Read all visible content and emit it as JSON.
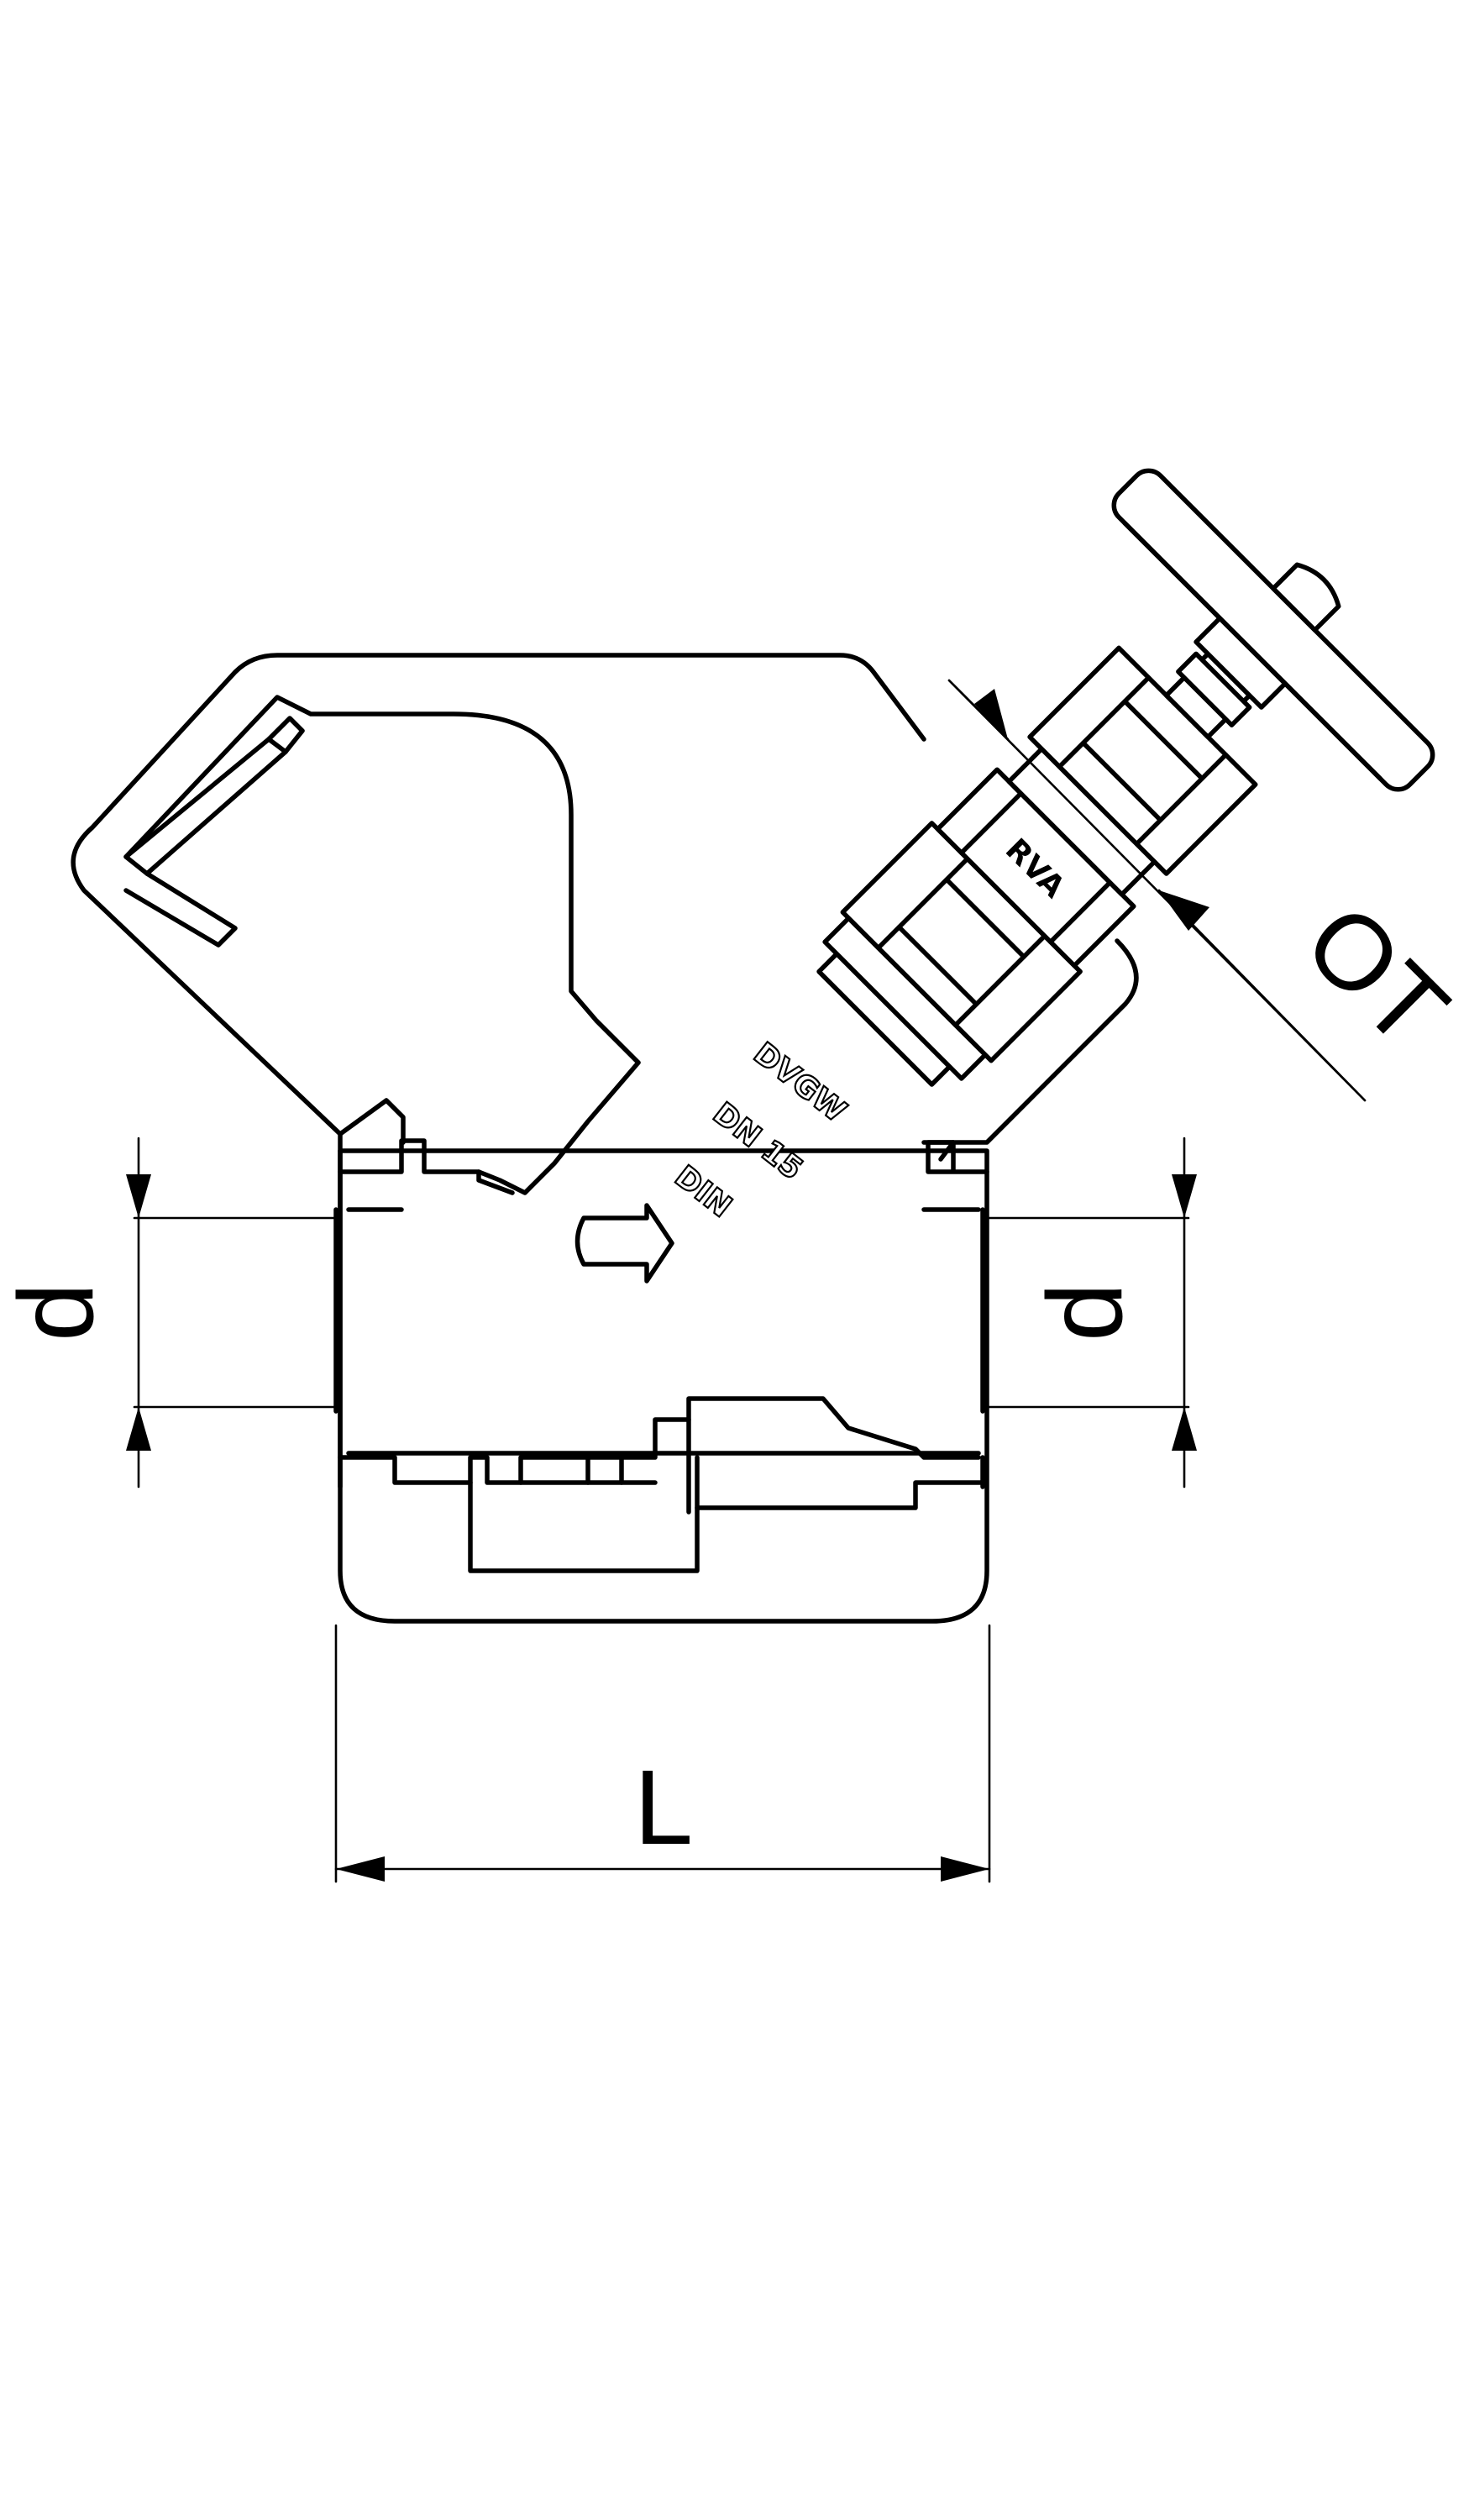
{
  "drawing": {
    "type": "technical-drawing",
    "subject": "angle-seat valve with handwheel",
    "stroke_color": "#000000",
    "background_color": "#ffffff"
  },
  "dimensions": {
    "d_left": "d",
    "d_right": "d",
    "length": "L",
    "outer_thread": "OT"
  },
  "markings": {
    "brand": "RVA",
    "cert": "DVGW",
    "size": "DN 15",
    "standard": "DIN"
  }
}
